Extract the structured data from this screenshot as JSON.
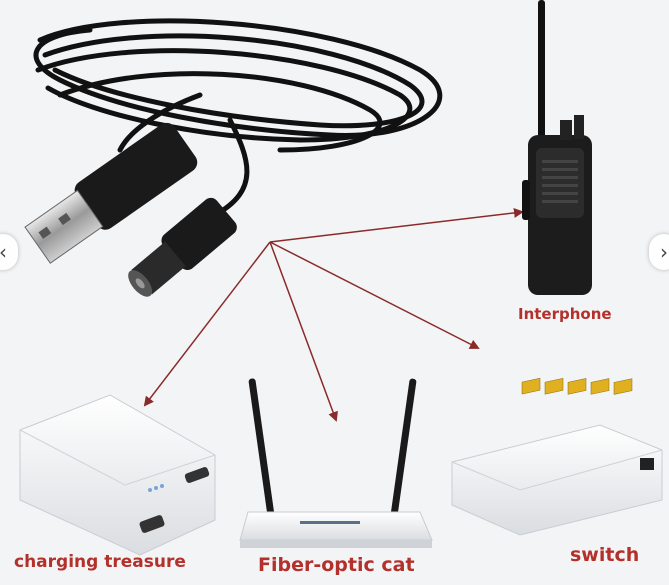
{
  "labels": {
    "interphone": "Interphone",
    "charging_treasure": "charging treasure",
    "fiber_optic_cat": "Fiber-optic cat",
    "switch": "switch"
  },
  "nav": {
    "prev_icon": "chevron-left-icon",
    "next_icon": "chevron-right-icon",
    "prev_glyph": "‹",
    "next_glyph": "›"
  },
  "colors": {
    "label": "#b3302b",
    "arrow": "#8b2a2a",
    "cable": "#111111"
  }
}
